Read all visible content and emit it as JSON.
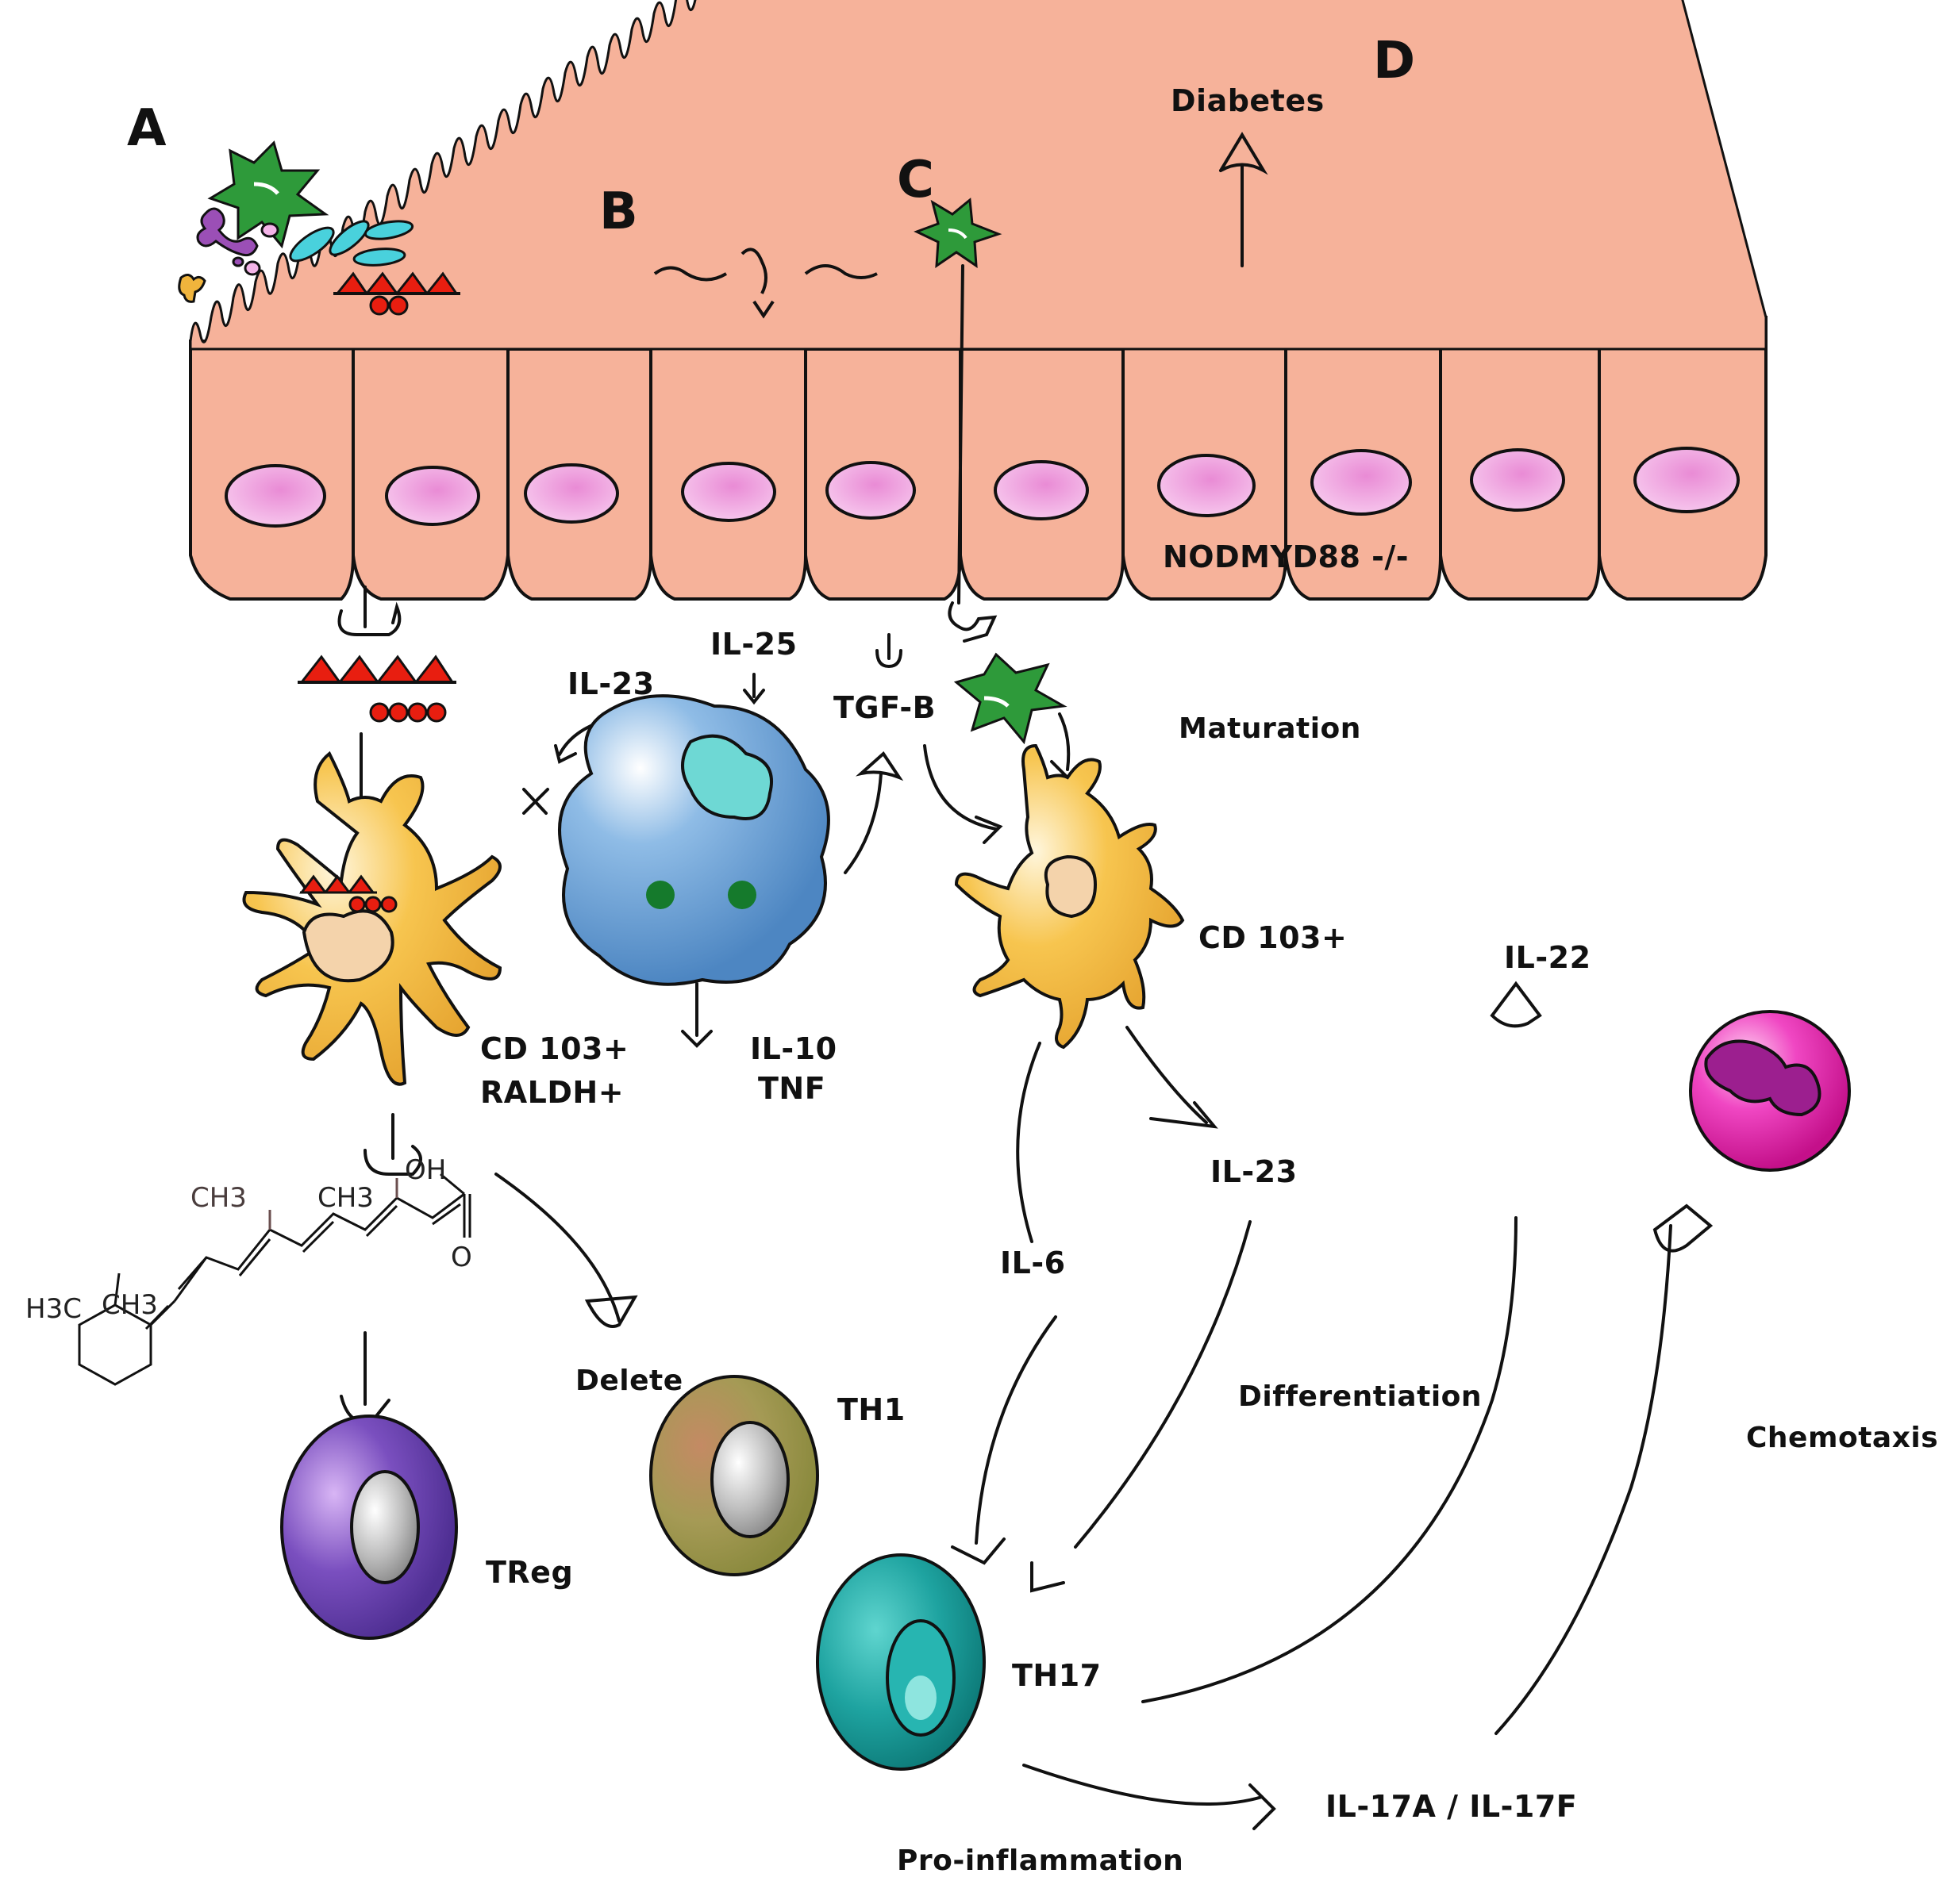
{
  "panels": {
    "a": "A",
    "b": "B",
    "c": "C",
    "d": "D"
  },
  "labels": {
    "diabetes": "Diabetes",
    "nodmyd88": "NODMYD88 -/-",
    "il25": "IL-25",
    "il23_b": "IL-23",
    "tgfb": "TGF-B",
    "maturation": "Maturation",
    "cd103_a_line1": "CD 103+",
    "cd103_a_line2": "RALDH+",
    "il10": "IL-10",
    "tnf": "TNF",
    "cd103_c": "CD 103+",
    "il22": "IL-22",
    "il23_c": "IL-23",
    "il6": "IL-6",
    "delete": "Delete",
    "th1": "TH1",
    "differentiation": "Differentiation",
    "chemotaxis": "Chemotaxis",
    "treg": "TReg",
    "th17": "TH17",
    "il17": "IL-17A / IL-17F",
    "proinflammation": "Pro-inflammation"
  },
  "retinoic_acid": {
    "ch3_a": "CH3",
    "ch3_b": "CH3",
    "oh": "OH",
    "h3c": "H3C",
    "ch3_c": "CH3",
    "o": "O"
  },
  "colors": {
    "epithelium": "#f6b29a",
    "nucleus": "#f3b6e6",
    "dendritic": "#f6c24e",
    "macrophage": "#7fb0df",
    "treg": "#7a4fbf",
    "th1": "#a59a55",
    "th17": "#1ea3a0",
    "neutrophil": "#e2189f",
    "antigen": "#2e9a3a",
    "retinoid_red": "#e81e10"
  }
}
